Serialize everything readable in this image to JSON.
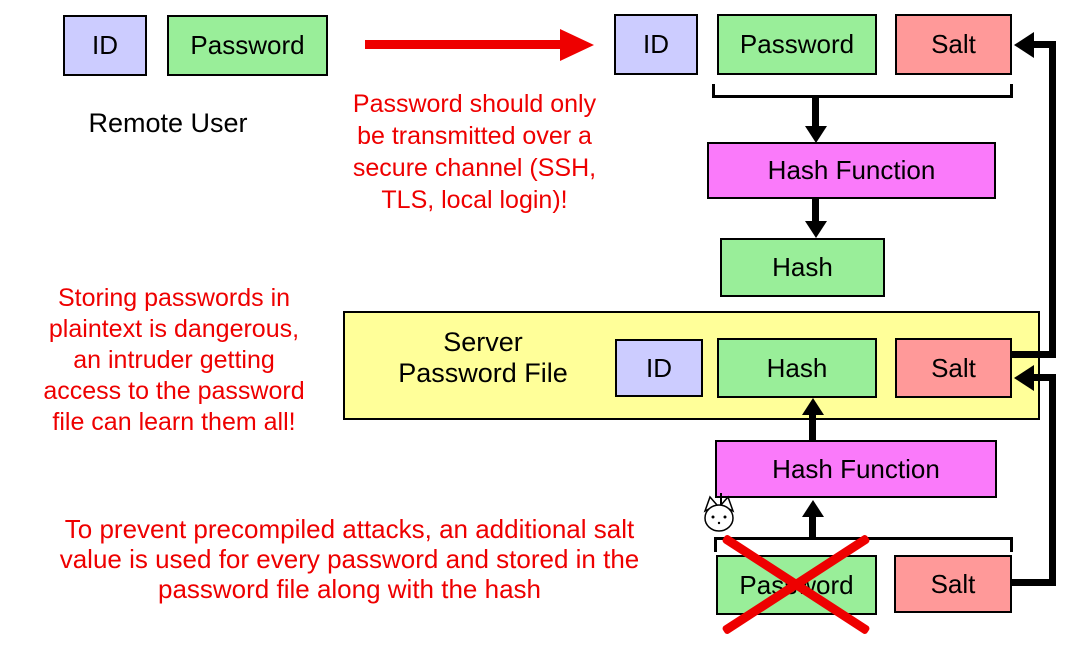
{
  "labels": {
    "id": "ID",
    "password": "Password",
    "salt": "Salt",
    "hash": "Hash",
    "hash_function": "Hash Function",
    "remote_user": "Remote User",
    "server_file_line1": "Server",
    "server_file_line2": "Password File"
  },
  "notes": {
    "transmit_lines": [
      "Password should only",
      "be transmitted over a",
      "secure channel (SSH,",
      "TLS, local login)!"
    ],
    "plaintext_lines": [
      "Storing passwords in",
      "plaintext is dangerous,",
      "an intruder getting",
      "access to the password",
      "file can learn them all!"
    ],
    "salt_lines": [
      "To prevent precompiled attacks, an additional salt",
      "value is used for every password and stored in the",
      "password file along with the hash"
    ]
  },
  "icons": {
    "cat_cursor": "neko-cat-cursor"
  },
  "colors": {
    "id_box": "#CCCCFF",
    "password_hash_box": "#99EE99",
    "salt_box": "#FF9999",
    "hash_function_box": "#FA7AFA",
    "server_file_box": "#FFFF99",
    "annotation_red": "#EE0000",
    "connector_black": "#000000"
  }
}
